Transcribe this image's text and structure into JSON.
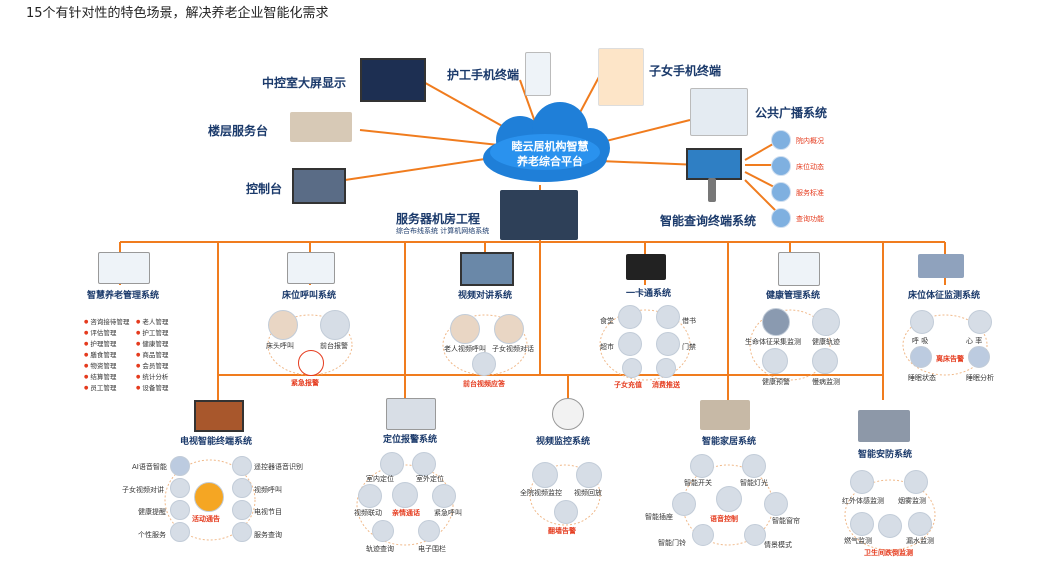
{
  "caption": "15个有针对性的特色场景，解决养老企业智能化需求",
  "center": {
    "line1": "睦云居机构智慧",
    "line2": "养老综合平台"
  },
  "top_nodes": {
    "dashboard": "中控室大屏显示",
    "floor_desk": "楼层服务台",
    "console": "控制台",
    "nurse_phone": "护工手机终端",
    "family_phone": "子女手机终端",
    "broadcast": "公共广播系统",
    "kiosk": "智能查询终端系统",
    "server": "服务器机房工程",
    "server_sub": "综合布线系统 计算机网络系统"
  },
  "kiosk_items": [
    "院内概况",
    "床位动态",
    "服务标准",
    "查询功能"
  ],
  "row1": {
    "elder_mgmt": {
      "title": "智慧养老管理系统",
      "left": [
        "咨询接待管理",
        "评估管理",
        "护理管理",
        "膳食管理",
        "物资管理",
        "结算管理",
        "员工管理"
      ],
      "right": [
        "老人管理",
        "护工管理",
        "健康管理",
        "商品管理",
        "会员管理",
        "统计分析",
        "设备管理"
      ]
    },
    "bed_call": {
      "title": "床位呼叫系统",
      "a": "床头呼叫",
      "b": "前台报警",
      "alert": "紧急报警"
    },
    "video_intercom": {
      "title": "视频对讲系统",
      "a": "老人视频呼叫",
      "b": "子女视频对话",
      "alert": "前台视频应答"
    },
    "card": {
      "title": "一卡通系统",
      "a": "食堂",
      "b": "借书",
      "c": "超市",
      "d": "门禁",
      "alert1": "子女充值",
      "alert2": "消费推送"
    },
    "health": {
      "title": "健康管理系统",
      "a": "生命体征采集监测",
      "b": "健康轨迹",
      "c": "健康预警",
      "d": "慢病监测"
    },
    "vital": {
      "title": "床位体征监测系统",
      "a": "呼 吸",
      "b": "心 率",
      "alert": "离床告警",
      "c": "睡眠状态",
      "d": "睡眠分析"
    }
  },
  "row2": {
    "tv": {
      "title": "电视智能终端系统",
      "a": "AI语音智能",
      "b": "子女视频对讲",
      "c": "健康提醒",
      "d": "个性服务",
      "e": "遥控器语音识别",
      "f": "视频呼叫",
      "g": "电视节目",
      "h": "服务查询",
      "alert": "活动通告"
    },
    "location": {
      "title": "定位报警系统",
      "a": "室内定位",
      "b": "室外定位",
      "c": "视频联动",
      "d": "紧急呼叫",
      "e": "轨迹查询",
      "f": "电子围栏",
      "alert": "亲情通话"
    },
    "video_monitor": {
      "title": "视频监控系统",
      "a": "全院视频监控",
      "b": "视频回放",
      "alert": "翻墙告警"
    },
    "smart_home": {
      "title": "智能家居系统",
      "a": "智能开关",
      "b": "智能灯光",
      "c": "智能插座",
      "d": "智能窗帘",
      "e": "智能门铃",
      "f": "情景模式",
      "alert": "语音控制"
    },
    "security": {
      "title": "智能安防系统",
      "a": "红外体感监测",
      "b": "烟雾监测",
      "c": "燃气监测",
      "d": "漏水监测",
      "alert": "卫生间跌倒监测"
    }
  },
  "colors": {
    "line": "#f07c1e",
    "title": "#1b3a6b",
    "alert": "#e53b1e",
    "cloud": "#1f7fd8"
  }
}
